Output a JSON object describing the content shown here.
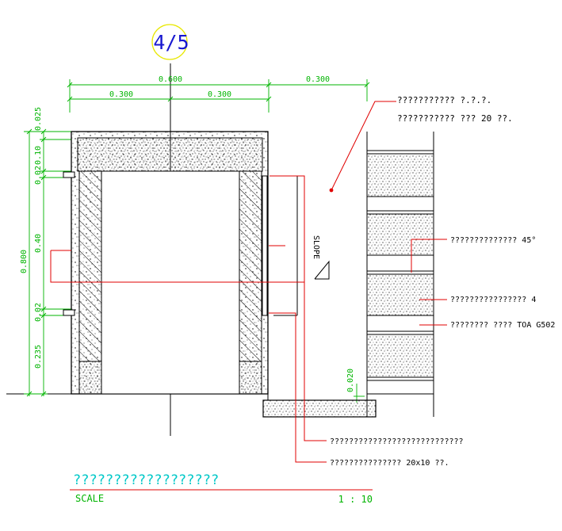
{
  "sheet": {
    "detail_number": "4/5",
    "title": "??????????????????",
    "scale_label": "SCALE",
    "scale_value": "1 : 10"
  },
  "dimensions": {
    "overall_width": "0.600",
    "right_extension": "0.300",
    "half_left": "0.300",
    "half_right": "0.300",
    "overall_height": "0.800",
    "top_lip": "0.025",
    "top_slab": "0.10",
    "gap_top": "0.02",
    "middle": "0.40",
    "gap_bottom": "0.02",
    "base": "0.235",
    "step": "0.020"
  },
  "annotations": {
    "top_note_1": "??????????? ?.?.?.",
    "top_note_2": "??????????? ??? 20 ??.",
    "slope": "SLOPE",
    "note_angle": "?????????????? 45°",
    "note_4": "???????????????? 4",
    "note_toa": "???????? ???? TOA G502",
    "bottom_note_1": "????????????????????????????",
    "bottom_note_2": "??????????????? 20x10 ??."
  },
  "colors": {
    "dimension": "#00b400",
    "leader": "#e00000",
    "title": "#00c8c8",
    "linework": "#000000",
    "circle": "#e8e800",
    "detail_text": "#1818d0"
  }
}
